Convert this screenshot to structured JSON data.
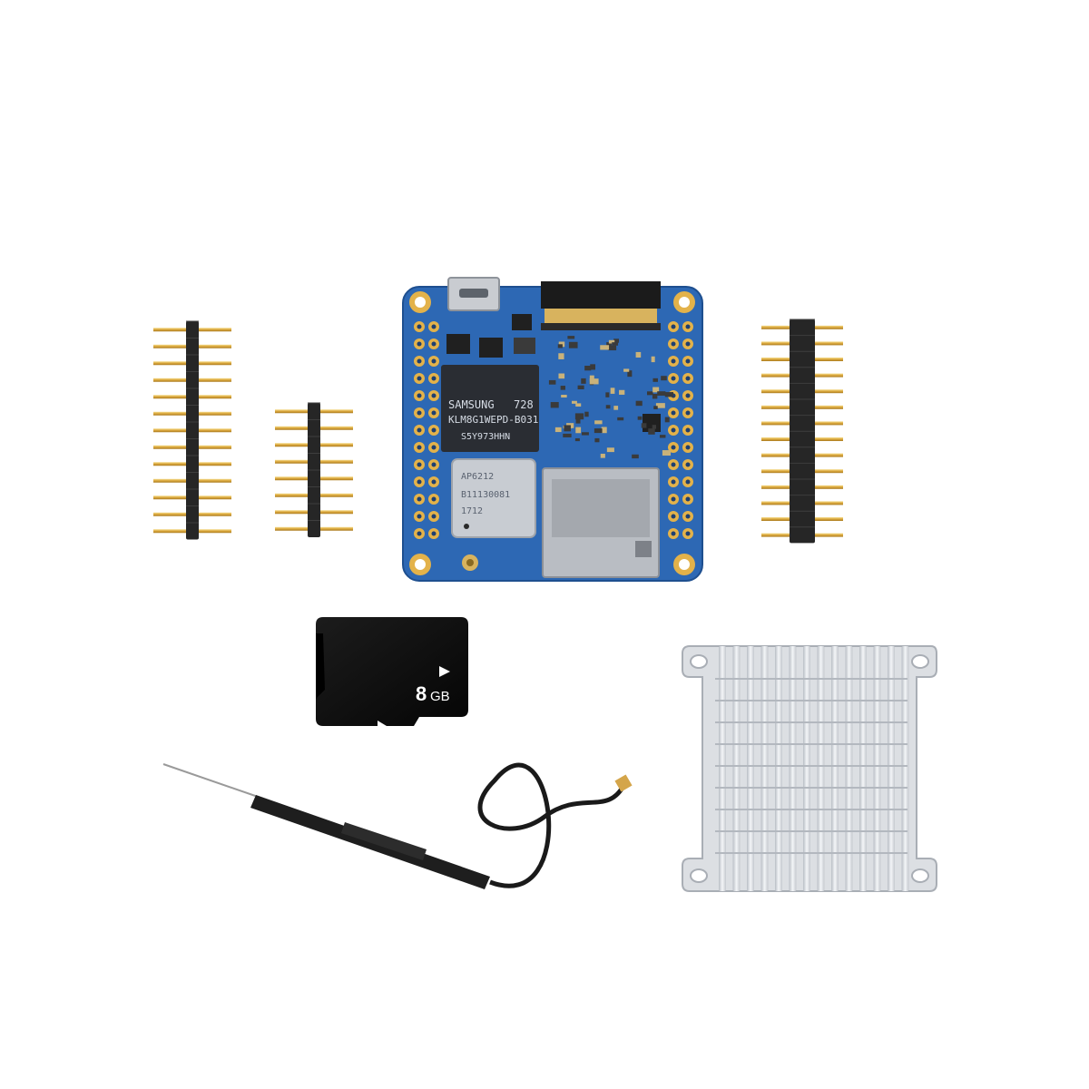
{
  "pcb": {
    "emmc_brand": "SAMSUNG",
    "emmc_code": "728",
    "emmc_part": "KLM8G1WEPD-B031",
    "emmc_lot": "S5Y973HHN",
    "wifi_model": "AP6212",
    "wifi_serial": "B11130081",
    "wifi_date": "1712"
  },
  "sdcard": {
    "capacity_number": "8",
    "capacity_unit": "GB"
  },
  "colors": {
    "pcb_blue": "#2d68b4",
    "gold_pad": "#e3b24a",
    "heatsink": "#dcdfe3",
    "card_black": "#111111"
  }
}
